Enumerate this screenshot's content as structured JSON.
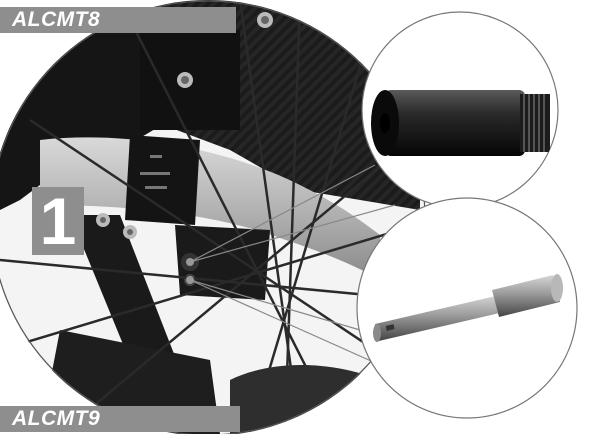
{
  "labels": {
    "top_part_code": "ALCMT8",
    "bottom_part_code": "ALCMT9",
    "step_number": "1"
  },
  "colors": {
    "label_bg": "#8e8e8e",
    "label_text": "#ffffff",
    "frame_dark": "#1a1a1a",
    "tube_grey": "#b8b8b8",
    "spoke": "#2a2a2a"
  },
  "parts": {
    "insert_icon": "threaded-insert-icon",
    "axle_icon": "stepped-axle-pin-icon"
  }
}
